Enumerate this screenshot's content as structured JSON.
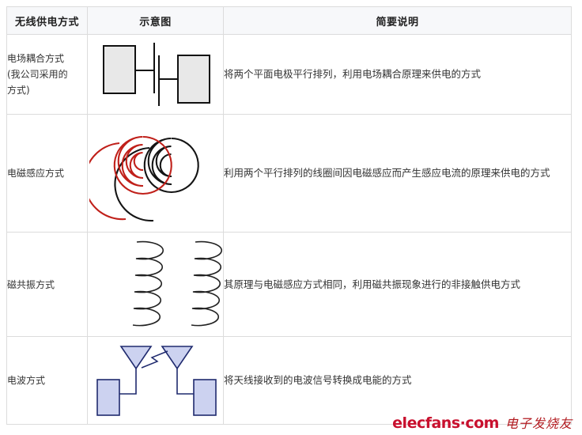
{
  "table": {
    "headers": [
      "无线供电方式",
      "示意图",
      "简要说明"
    ],
    "rows": [
      {
        "method": "电场耦合方式\n（我公司采用的方式）",
        "method_line1": "电场耦合方式",
        "method_line2": "(我公司采用的",
        "method_line3": "方式)",
        "diagram": "electric-field-coupling-diagram",
        "description": "将两个平面电极平行排列，利用电场耦合原理来供电的方式"
      },
      {
        "method": "电磁感应方式",
        "method_line1": "电磁感应方式",
        "diagram": "electromagnetic-induction-spiral-coils-diagram",
        "description": "利用两个平行排列的线圈间因电磁感应而产生感应电流的原理来供电的方式"
      },
      {
        "method": "磁共振方式",
        "method_line1": "磁共振方式",
        "diagram": "magnetic-resonance-helical-coils-diagram",
        "description": "其原理与电磁感应方式相同，利用磁共振现象进行的非接触供电方式"
      },
      {
        "method": "电波方式",
        "method_line1": "电波方式",
        "diagram": "radio-wave-antenna-diagram",
        "description": "将天线接收到的电波信号转换成电能的方式"
      }
    ]
  },
  "watermark": {
    "latin": "elecfans·com",
    "chinese": "电子发烧友"
  },
  "colors": {
    "header_background": "#f7f8fa",
    "border": "#dcdcdc",
    "text": "#333333",
    "plate_fill": "#e8e8e8",
    "plate_stroke": "#000000",
    "coil_red": "#c0201a",
    "coil_black": "#141414",
    "antenna_fill": "#ccd2f0",
    "antenna_stroke": "#1f2a6e",
    "brand_red": "#c8102e"
  }
}
